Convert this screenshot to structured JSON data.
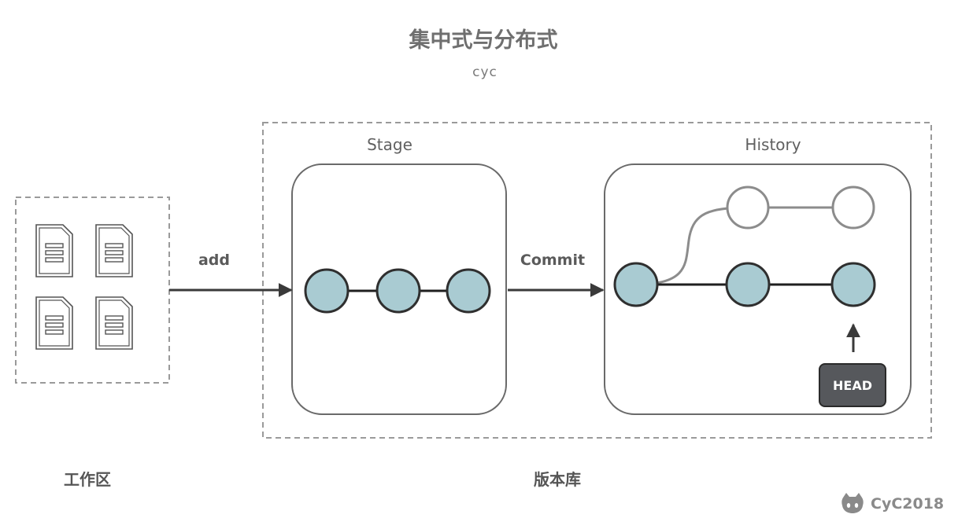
{
  "title": "集中式与分布式",
  "subtitle": "cyc",
  "labels": {
    "stage": "Stage",
    "history": "History",
    "add": "add",
    "commit": "Commit",
    "head": "HEAD",
    "working_area": "工作区",
    "repository": "版本库"
  },
  "watermark": "CyC2018",
  "colors": {
    "node_fill": "#a9cbd2",
    "node_stroke": "#2f2f2f",
    "branch_node_fill": "#ffffff",
    "branch_stroke": "#8c8c8c",
    "head_fill": "#56585c"
  },
  "icons": {
    "document": "document-icon",
    "watermark": "octocat-icon"
  }
}
